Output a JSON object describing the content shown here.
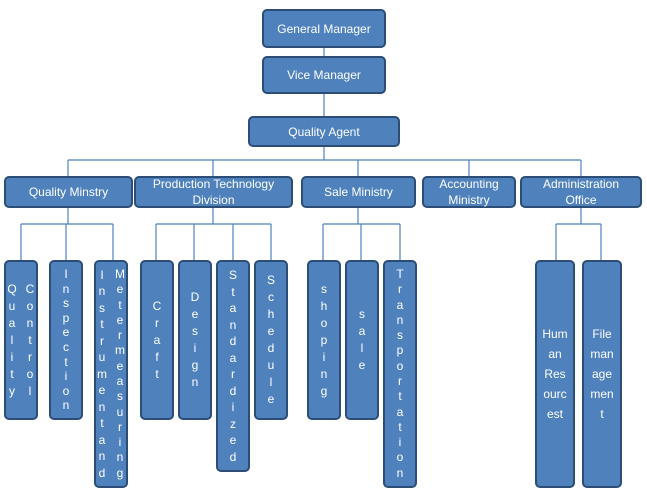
{
  "top": {
    "general_manager": "General Manager",
    "vice_manager": "Vice Manager",
    "quality_agent": "Quality Agent"
  },
  "departments": [
    {
      "label": "Quality Minstry"
    },
    {
      "label": "Production Technology\nDivision"
    },
    {
      "label": "Sale Ministry"
    },
    {
      "label": "Accounting\nMinistry"
    },
    {
      "label": "Administration\nOffice"
    }
  ],
  "units": [
    {
      "dept": 0,
      "lines": [
        "Quality",
        "Control"
      ]
    },
    {
      "dept": 0,
      "lines": [
        "Inspection"
      ]
    },
    {
      "dept": 0,
      "lines": [
        "Instrumentand",
        "Metermeasuring"
      ]
    },
    {
      "dept": 1,
      "lines": [
        "Craft"
      ]
    },
    {
      "dept": 1,
      "lines": [
        "Design"
      ]
    },
    {
      "dept": 1,
      "lines": [
        "Standardized"
      ]
    },
    {
      "dept": 1,
      "lines": [
        "Schedule"
      ]
    },
    {
      "dept": 2,
      "lines": [
        "shoping"
      ]
    },
    {
      "dept": 2,
      "lines": [
        "sale"
      ]
    },
    {
      "dept": 2,
      "lines": [
        "Transportation"
      ]
    },
    {
      "dept": 4,
      "lines": [
        "Hum",
        "an",
        "Res",
        "ourc",
        "est"
      ]
    },
    {
      "dept": 4,
      "lines": [
        "File",
        "man",
        "age",
        "men",
        "t"
      ]
    }
  ],
  "colors": {
    "fill": "#4f81bd",
    "border": "#2c4d75",
    "line": "#4f81bd",
    "text": "#ffffff"
  }
}
